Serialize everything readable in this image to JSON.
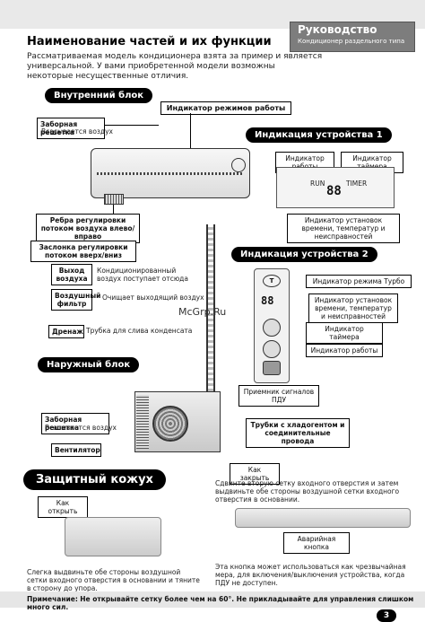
{
  "header": {
    "title": "Руководство",
    "subtitle": "Кондиционер раздельного типа"
  },
  "page_title": "Наименование частей и их функции",
  "intro": "Рассматриваемая модель кондиционера взята за пример и является универсальной. У вами приобретенной модели возможны некоторые несущественные отличия.",
  "indoor": {
    "heading": "Внутренний блок",
    "mode_indicator": "Индикатор режимов работы",
    "intake_grille": "Заборная решетка",
    "intake_grille_note": "Всасывается воздух",
    "louvers_lr": "Ребра регулировки потоком воздуха влево/вправо",
    "louver_ud": "Заслонка регулировки потоком вверх/вниз",
    "outlet": "Выход воздуха",
    "outlet_note": "Кондиционированный воздух поступает отсюда",
    "filter": "Воздушный фильтр",
    "filter_note": "Очищает выходящий воздух",
    "drain": "Дренаж",
    "drain_note": "Трубка для слива конденсата"
  },
  "display1": {
    "heading": "Индикация устройства 1",
    "run_label": "Индикатор работы",
    "timer_label": "Индикатор таймера",
    "run": "RUN",
    "timer": "TIMER",
    "digits": "88",
    "time_label": "Индикатор установок времени, температур и неисправностей"
  },
  "display2": {
    "heading": "Индикация устройства 2",
    "turbo": "Индикатор режима Турбо",
    "time_label": "Индикатор установок времени, температур и неисправностей",
    "digits": "88",
    "timer": "Индикатор таймера",
    "run": "Индикатор работы",
    "receiver": "Приемник сигналов ПДУ"
  },
  "watermark": "McGrp.Ru",
  "outdoor": {
    "heading": "Наружный блок",
    "intake_grille": "Заборная решетка",
    "intake_grille_note": "Всасывается воздух",
    "fan": "Вентилятор",
    "pipes": "Трубки с хладогентом и соединительные провода"
  },
  "cover": {
    "heading": "Защитный кожух",
    "close_label": "Как закрыть",
    "close_text": "Сдвинте вторую сетку входного отверстия и затем выдвиньте обе стороны воздушной сетки входного отверстия в основании.",
    "open_label": "Как открыть",
    "open_text": "Слегка выдвиньте обе стороны воздушной сетки входного отверстия в основании и тяните в сторону до упора.",
    "emergency_label": "Аварийная кнопка",
    "emergency_text": "Эта кнопка может использоваться как чрезвычайная мера, для включения/выключения устройства, когда ПДУ не доступен."
  },
  "footer": {
    "prefix": "Примечание:",
    "text": "Не открывайте сетку более чем на 60°. Не прикладывайте для управления слишком много сил.",
    "page": "3"
  }
}
